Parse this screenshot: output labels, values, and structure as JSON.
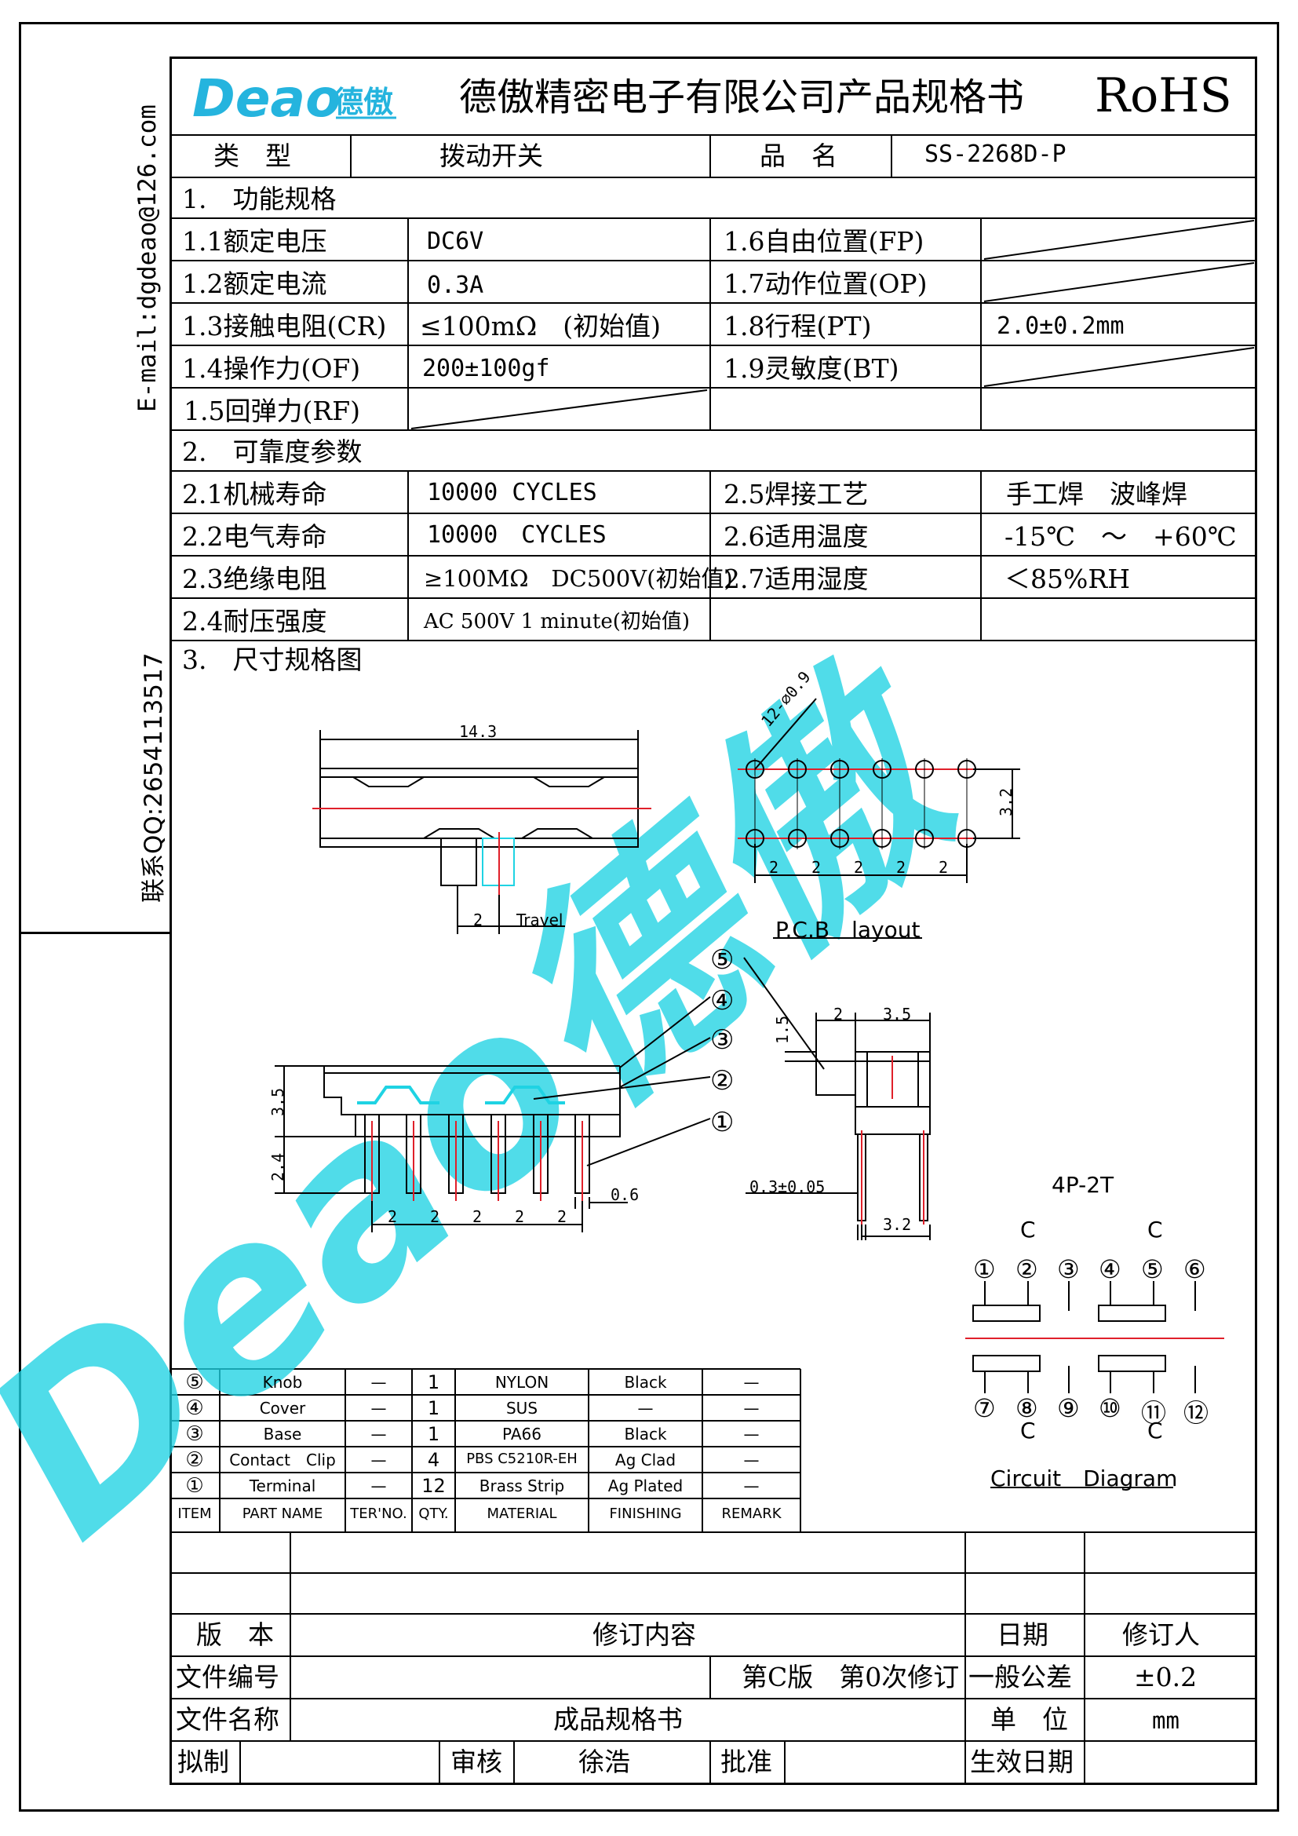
{
  "side": {
    "email": "E-mail:dgdeao@126.com",
    "qq": "联系QQ:2654113517"
  },
  "header": {
    "logo_text": "Deao",
    "logo_cn": "德傲",
    "title": "德傲精密电子有限公司产品规格书",
    "rohs": "RoHS",
    "type_label": "类　型",
    "type_value": "拨动开关",
    "name_label": "品　名",
    "name_value": "SS-2268D-P"
  },
  "spec1": {
    "section": "1.　功能规格",
    "rows": [
      {
        "k1": "1.1额定电压",
        "v1": "DC6V",
        "k2": "1.6自由位置(FP)",
        "v2": ""
      },
      {
        "k1": "1.2额定电流",
        "v1": "0.3A",
        "k2": "1.7动作位置(OP)",
        "v2": ""
      },
      {
        "k1": "1.3接触电阻(CR)",
        "v1": "≤100mΩ　(初始值)",
        "k2": "1.8行程(PT)",
        "v2": "2.0±0.2mm"
      },
      {
        "k1": "1.4操作力(OF)",
        "v1": "200±100gf",
        "k2": "1.9灵敏度(BT)",
        "v2": ""
      },
      {
        "k1": "1.5回弹力(RF)",
        "v1": "",
        "k2": "",
        "v2": ""
      }
    ]
  },
  "spec2": {
    "section": "2.　可靠度参数",
    "rows": [
      {
        "k1": "2.1机械寿命",
        "v1": "10000 CYCLES",
        "k2": "2.5焊接工艺",
        "v2": "手工焊　波峰焊"
      },
      {
        "k1": "2.2电气寿命",
        "v1": "10000　CYCLES",
        "k2": "2.6适用温度",
        "v2": "-15℃　～　+60℃"
      },
      {
        "k1": "2.3绝缘电阻",
        "v1": "≥100MΩ　DC500V(初始值)",
        "k2": "2.7适用湿度",
        "v2": "＜85%RH"
      },
      {
        "k1": "2.4耐压强度",
        "v1": "AC 500V 1 minute(初始值)",
        "k2": "",
        "v2": ""
      }
    ]
  },
  "drawing": {
    "section": "3.　尺寸规格图",
    "dim_length": "14.3",
    "dim_travel_val": "2",
    "travel_label": "Travel",
    "pcb_holes": "12-⌀0.9",
    "pcb_row_gap": "3.2",
    "pcb_pitch": [
      "2",
      "2",
      "2",
      "2",
      "2"
    ],
    "pcb_label": "P.C.B　layout",
    "front_h1": "3.5",
    "front_h2": "2.4",
    "front_pitch": [
      "2",
      "2",
      "2",
      "2",
      "2"
    ],
    "front_pin": "0.6",
    "side_d1": "1.5",
    "side_d2": "2",
    "side_d3": "3.5",
    "side_d4": "0.3±0.05",
    "side_d5": "3.2",
    "callouts": [
      "①",
      "②",
      "③",
      "④",
      "⑤"
    ],
    "watermark": "Deao德傲",
    "circuit": {
      "title": "4P-2T",
      "c_label": "C",
      "top_pins": [
        "①",
        "②",
        "③",
        "④",
        "⑤",
        "⑥"
      ],
      "bottom_pins": [
        "⑦",
        "⑧",
        "⑨",
        "⑩",
        "⑪",
        "⑫"
      ],
      "caption": "Circuit　Diagram"
    }
  },
  "bom": {
    "rows": [
      {
        "item": "⑤",
        "part": "Knob",
        "ter": "—",
        "qty": "1",
        "material": "NYLON",
        "finishing": "Black",
        "remark": "—"
      },
      {
        "item": "④",
        "part": "Cover",
        "ter": "—",
        "qty": "1",
        "material": "SUS",
        "finishing": "—",
        "remark": "—"
      },
      {
        "item": "③",
        "part": "Base",
        "ter": "—",
        "qty": "1",
        "material": "PA66",
        "finishing": "Black",
        "remark": "—"
      },
      {
        "item": "②",
        "part": "Contact　Clip",
        "ter": "—",
        "qty": "4",
        "material": "PBS C5210R-EH",
        "finishing": "Ag Clad",
        "remark": "—"
      },
      {
        "item": "①",
        "part": "Terminal",
        "ter": "—",
        "qty": "12",
        "material": "Brass Strip",
        "finishing": "Ag Plated",
        "remark": "—"
      }
    ],
    "headers": [
      "ITEM",
      "PART NAME",
      "TER'NO.",
      "QTY.",
      "MATERIAL",
      "FINISHING",
      "REMARK"
    ]
  },
  "footer": {
    "version_label": "版　本",
    "revision_content": "修订内容",
    "date_label": "日期",
    "reviser_label": "修订人",
    "doc_no_label": "文件编号",
    "edition": "第C版　第0次修订",
    "tolerance_label": "一般公差",
    "tolerance_value": "±0.2",
    "doc_name_label": "文件名称",
    "doc_name_value": "成品规格书",
    "unit_label": "单　位",
    "unit_value": "mm",
    "draft_label": "拟制",
    "review_label": "审核",
    "reviewer": "徐浩",
    "approve_label": "批准",
    "effective_label": "生效日期"
  },
  "colors": {
    "logo": "#25b4de",
    "cyan": "#1fd3e3",
    "red": "#e0202a",
    "line": "#000000"
  }
}
